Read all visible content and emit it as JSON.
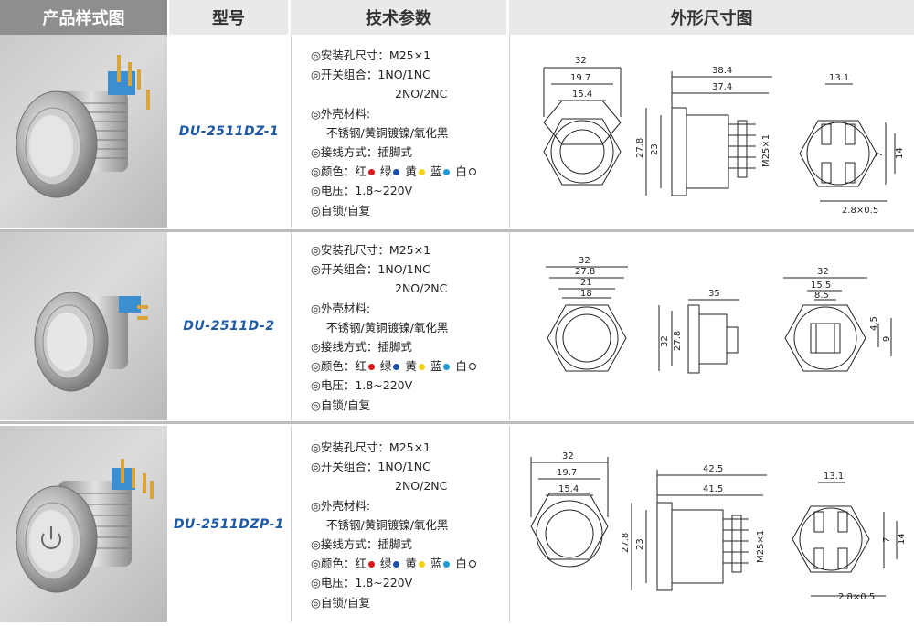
{
  "header": {
    "product_style": "产品样式图",
    "model": "型号",
    "tech_params": "技术参数",
    "dimensions": "外形尺寸图"
  },
  "colors": {
    "red": "#e0161b",
    "green": "#1c4fa8",
    "yellow": "#f3d21c",
    "blue": "#1f9ad6",
    "model_blue": "#1f5aa6"
  },
  "products": [
    {
      "model": "DU-2511DZ-1",
      "params": {
        "mount": "◎安装孔尺寸：M25×1",
        "switch": "◎开关组合：1NO/1NC",
        "switch2": "2NO/2NC",
        "shell": "◎外壳材料:",
        "shell2": "不锈钢/黄铜镀镍/氧化黑",
        "wiring": "◎接线方式：插脚式",
        "color_prefix": "◎颜色：",
        "c1": "红",
        "c2": "绿",
        "c3": "黄",
        "c4": "蓝",
        "c5": "白",
        "voltage": "◎电压：1.8~220V",
        "lock": "◎自锁/自复"
      },
      "dims": {
        "front_w": "32",
        "front_a": "19.7",
        "front_b": "15.4",
        "side_len1": "38.4",
        "side_len2": "37.4",
        "side_h1": "27.8",
        "side_h2": "23",
        "thread": "M25×1",
        "back_top": "13.1",
        "back_r1": "7",
        "back_r2": "14",
        "back_pin": "2.8×0.5"
      }
    },
    {
      "model": "DU-2511D-2",
      "params": {
        "mount": "◎安装孔尺寸：M25×1",
        "switch": "◎开关组合：1NO/1NC",
        "switch2": "2NO/2NC",
        "shell": "◎外壳材料:",
        "shell2": "不锈钢/黄铜镀镍/氧化黑",
        "wiring": "◎接线方式：插脚式",
        "color_prefix": "◎颜色：",
        "c1": "红",
        "c2": "绿",
        "c3": "黄",
        "c4": "蓝",
        "c5": "白",
        "voltage": "◎电压：1.8~220V",
        "lock": "◎自锁/自复"
      },
      "dims": {
        "front_w1": "32",
        "front_w2": "27.8",
        "front_w3": "21",
        "front_w4": "18",
        "front_h1": "32",
        "front_h2": "27.8",
        "side_len": "35",
        "back_w": "32",
        "back_a": "15.5",
        "back_b": "8.5",
        "back_r1": "4.5",
        "back_r2": "9"
      }
    },
    {
      "model": "DU-2511DZP-1",
      "params": {
        "mount": "◎安装孔尺寸：M25×1",
        "switch": "◎开关组合：1NO/1NC",
        "switch2": "2NO/2NC",
        "shell": "◎外壳材料:",
        "shell2": "不锈钢/黄铜镀镍/氧化黑",
        "wiring": "◎接线方式：插脚式",
        "color_prefix": "◎颜色：",
        "c1": "红",
        "c2": "绿",
        "c3": "黄",
        "c4": "蓝",
        "c5": "白",
        "voltage": "◎电压：1.8~220V",
        "lock": "◎自锁/自复"
      },
      "dims": {
        "front_w": "32",
        "front_a": "19.7",
        "front_b": "15.4",
        "side_len1": "42.5",
        "side_len2": "41.5",
        "side_h1": "27.8",
        "side_h2": "23",
        "thread": "M25×1",
        "back_top": "13.1",
        "back_r1": "7",
        "back_r2": "14",
        "back_pin": "2.8×0.5"
      }
    }
  ]
}
